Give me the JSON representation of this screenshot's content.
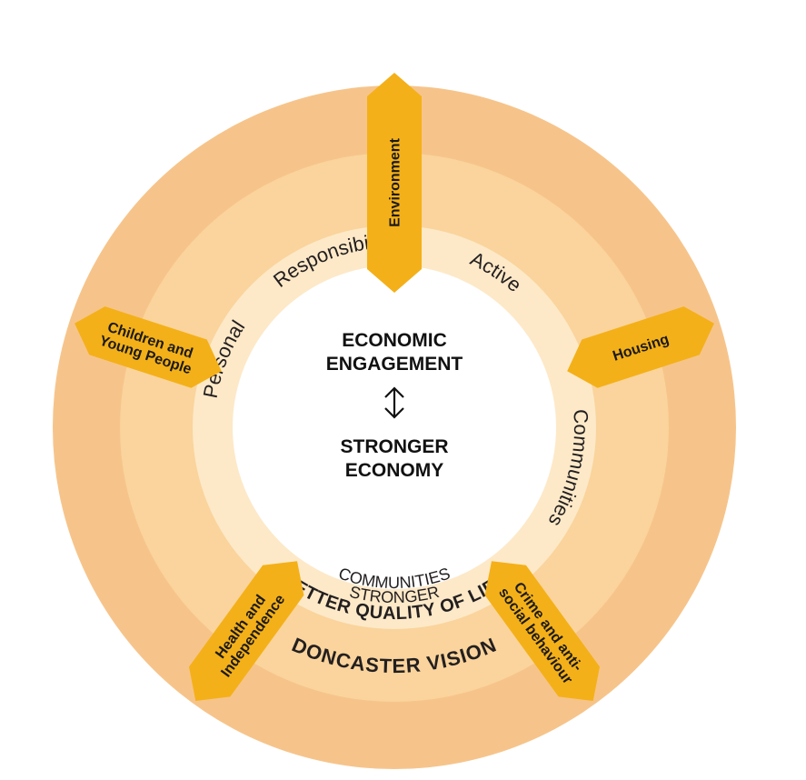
{
  "colors": {
    "outer_ring": "#f6c48a",
    "middle_ring": "#fad49c",
    "inner_ring": "#fde9c8",
    "center": "#ffffff",
    "arrow": "#f4b018",
    "text": "#231f20"
  },
  "rings": {
    "outer_label": "DONCASTER VISION",
    "middle_label": "BETTER QUALITY OF LIFE",
    "inner_label_line1": "STRONGER",
    "inner_label_line2": "COMMUNITIES"
  },
  "themes": {
    "responsibility": "Responsibility",
    "active": "Active",
    "communities": "Communities",
    "personal": "Personal"
  },
  "center": {
    "line1": "ECONOMIC",
    "line2": "ENGAGEMENT",
    "line3": "STRONGER",
    "line4": "ECONOMY",
    "connector_icon": "double-arrow-vertical-icon"
  },
  "pillars": {
    "environment": {
      "lines": [
        "Environment"
      ]
    },
    "housing": {
      "lines": [
        "Housing"
      ]
    },
    "crime": {
      "lines": [
        "Crime and anti-",
        "social behaviour"
      ]
    },
    "health": {
      "lines": [
        "Health and",
        "Independence"
      ]
    },
    "children": {
      "lines": [
        "Children and",
        "Young People"
      ]
    }
  }
}
